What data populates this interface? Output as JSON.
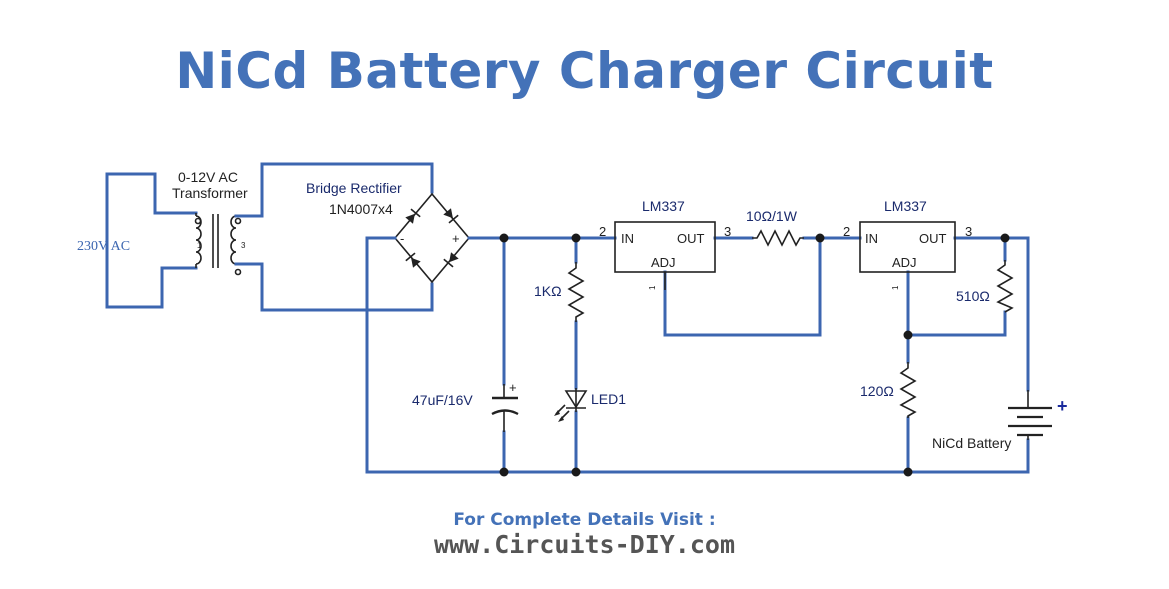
{
  "title": "NiCd Battery Charger Circuit",
  "source": {
    "label": "230V AC"
  },
  "transformer": {
    "line1": "0-12V AC",
    "line2": "Transformer",
    "pin_primary": "1",
    "pin_secondary": "3"
  },
  "bridge": {
    "line1": "Bridge Rectifier",
    "line2": "1N4007x4",
    "minus": "-",
    "plus": "+"
  },
  "capacitor": {
    "label": "47uF/16V",
    "polarity": "+"
  },
  "resistor_led": {
    "label": "1KΩ"
  },
  "led": {
    "label": "LED1"
  },
  "regulator1": {
    "name": "LM337",
    "in": "IN",
    "out": "OUT",
    "adj": "ADJ",
    "pin_in": "2",
    "pin_out": "3",
    "pin_adj": "1"
  },
  "resistor_series": {
    "label": "10Ω/1W"
  },
  "regulator2": {
    "name": "LM337",
    "in": "IN",
    "out": "OUT",
    "adj": "ADJ",
    "pin_in": "2",
    "pin_out": "3",
    "pin_adj": "1"
  },
  "resistor_510": {
    "label": "510Ω"
  },
  "resistor_120": {
    "label": "120Ω"
  },
  "battery": {
    "label": "NiCd Battery",
    "polarity": "+"
  },
  "footer": {
    "line1": "For Complete Details Visit :",
    "line2": "www.Circuits-DIY.com"
  },
  "colors": {
    "title": "#4472b8",
    "wire": "#3c66b0",
    "footer_url": "#555555"
  }
}
